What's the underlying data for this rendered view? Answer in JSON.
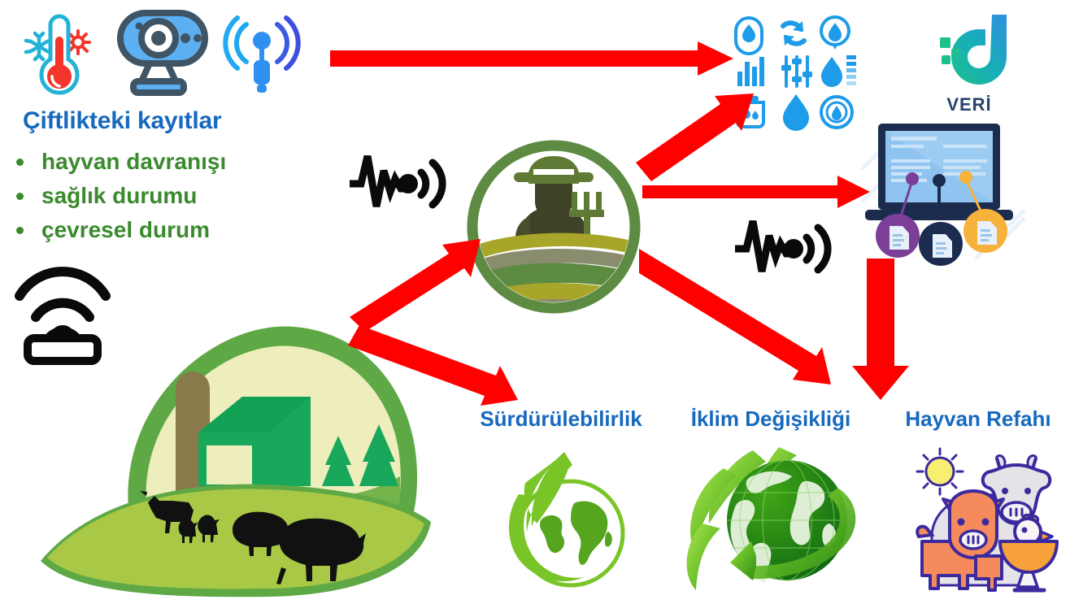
{
  "meta": {
    "title": "Ciftlikteki kayitlar - veri akisi diyagrami",
    "language": "tr"
  },
  "colors": {
    "heading_blue": "#1669BE",
    "bullet_green": "#3B8A2E",
    "arrow_red": "#FF0000",
    "icon_blue": "#1E9BE9",
    "farm_green": "#4E8B3C",
    "veri_teal": "#18B8A5",
    "veri_blue": "#2E8FE0",
    "label_navy": "#28436B",
    "background": "#FFFFFF"
  },
  "sensors": {
    "section_title": "Çiftlikteki kayıtlar",
    "icons": [
      {
        "name": "thermometer-icon",
        "label": "sıcaklık sensörü"
      },
      {
        "name": "webcam-icon",
        "label": "kamera"
      },
      {
        "name": "wireless-sensor-icon",
        "label": "kablosuz sensör"
      }
    ],
    "bullets": [
      {
        "text": "hayvan davranışı"
      },
      {
        "text": "sağlık durumu"
      },
      {
        "text": "çevresel durum"
      }
    ]
  },
  "farm": {
    "wifi_icon": "wifi-gateway-icon",
    "scene_icon": "farm-scene-icon",
    "scene_label": "çiftlik sahnesi"
  },
  "hub": {
    "icon": "farmer-logo-icon",
    "label": "çiftçi logosu"
  },
  "signals": [
    {
      "name": "signal-wave-icon-left"
    },
    {
      "name": "signal-wave-icon-right"
    }
  ],
  "data_icons": {
    "grid_label": "veri ölçüm ikonları",
    "items": [
      {
        "name": "water-drop-meter-icon"
      },
      {
        "name": "refresh-cycle-icon"
      },
      {
        "name": "drop-location-icon"
      },
      {
        "name": "bar-chart-icon"
      },
      {
        "name": "sliders-icon"
      },
      {
        "name": "drop-level-icon"
      },
      {
        "name": "water-tank-icon"
      },
      {
        "name": "water-drop-icon"
      },
      {
        "name": "drop-circle-icon"
      }
    ]
  },
  "veri": {
    "logo_icon": "veri-logo-icon",
    "label": "VERİ"
  },
  "analytics": {
    "icon": "laptop-dashboard-icon",
    "label": "dizüstü bilgisayar panosu",
    "nodes": [
      {
        "name": "document-node-purple",
        "color": "#7B3F98"
      },
      {
        "name": "document-node-navy",
        "color": "#1B2C4F"
      },
      {
        "name": "document-node-orange",
        "color": "#F7B23B"
      }
    ]
  },
  "outcomes": [
    {
      "label": "Sürdürülebilirlik",
      "icon": "leaf-globe-icon"
    },
    {
      "label": "İklim Değişikliği",
      "icon": "green-globe-leaves-icon"
    },
    {
      "label": "Hayvan Refahı",
      "icon": "farm-animals-welfare-icon"
    }
  ],
  "arrows": [
    {
      "name": "arrow-sensors-to-data-icons",
      "direction": "right"
    },
    {
      "name": "arrow-hub-to-data-icons",
      "direction": "up-right"
    },
    {
      "name": "arrow-hub-to-laptop",
      "direction": "right"
    },
    {
      "name": "arrow-hub-to-climate",
      "direction": "down-right"
    },
    {
      "name": "arrow-farm-to-hub",
      "direction": "up-right"
    },
    {
      "name": "arrow-farm-to-sustainability",
      "direction": "down-right"
    },
    {
      "name": "arrow-laptop-to-animal-welfare",
      "direction": "down"
    }
  ]
}
